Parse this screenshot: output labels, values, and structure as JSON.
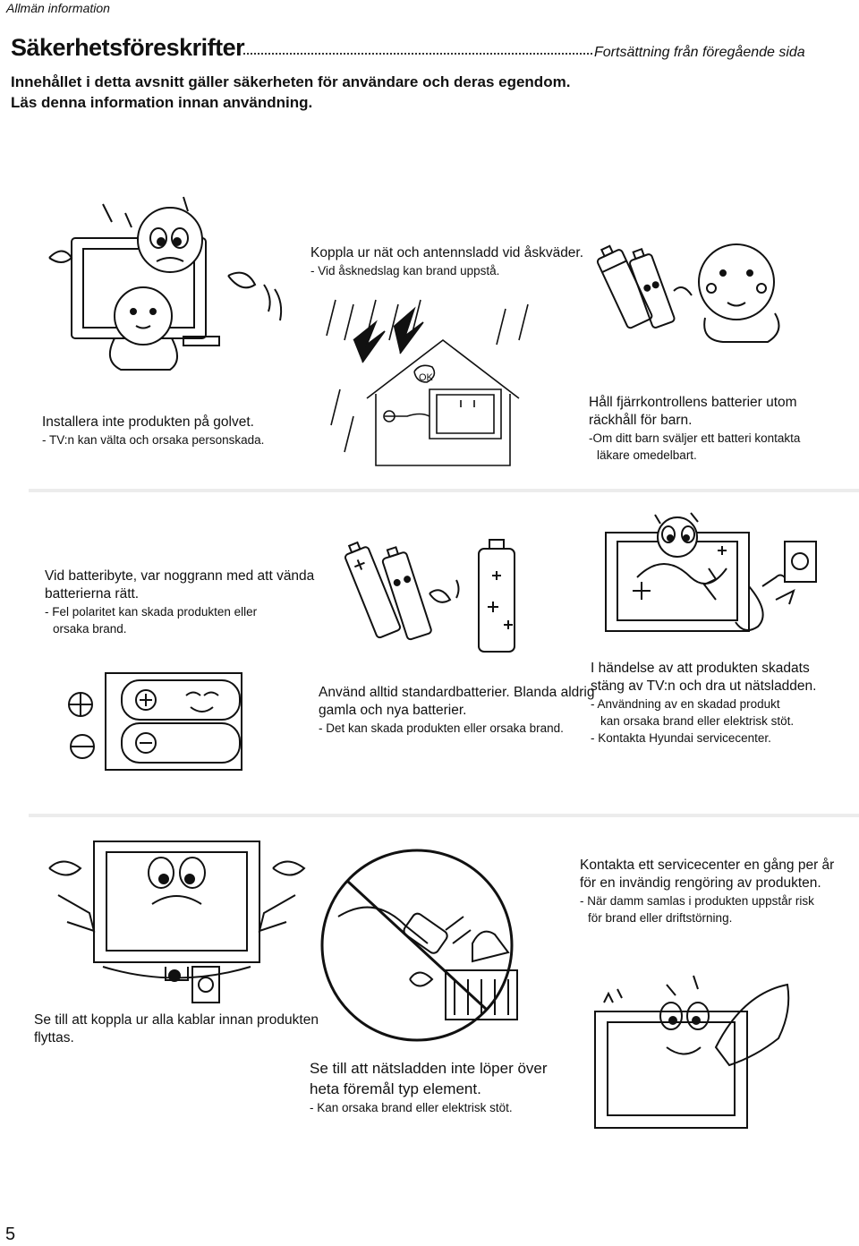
{
  "header": {
    "section": "Allmän information",
    "title": "Säkerhetsföreskrifter",
    "continued": "Fortsättning från föregående sida",
    "intro_line1": "Innehållet i detta avsnitt gäller säkerheten för användare och deras egendom.",
    "intro_line2": "Läs denna information innan användning."
  },
  "items": {
    "floor": {
      "title": "Installera inte produkten på golvet.",
      "note": "- TV:n kan välta och orsaka personskada."
    },
    "storm": {
      "title": "Koppla ur nät och antennsladd vid åskväder.",
      "note": "- Vid åsknedslag kan brand uppstå.",
      "ok_label": "OK"
    },
    "batteries_kids": {
      "title1": "Håll fjärrkontrollens batterier utom",
      "title2": "räckhåll för barn.",
      "note1": "-Om ditt barn sväljer ett batteri kontakta",
      "note2": "läkare omedelbart."
    },
    "polarity": {
      "title1": "Vid batteribyte, var noggrann med att vända",
      "title2": "batterierna rätt.",
      "note1": "- Fel polaritet kan skada produkten eller",
      "note2": "orsaka brand."
    },
    "standard_batteries": {
      "title1": "Använd alltid standardbatterier. Blanda aldrig",
      "title2": "gamla och nya batterier.",
      "note": "- Det kan skada produkten eller orsaka brand."
    },
    "damaged": {
      "title1": "I händelse av att produkten skadats",
      "title2": "stäng av TV:n och dra ut nätsladden.",
      "note1": "- Användning av en skadad produkt",
      "note2": "kan orsaka brand eller elektrisk stöt.",
      "note3": "- Kontakta Hyundai servicecenter."
    },
    "move": {
      "title1": "Se till att koppla ur alla kablar innan produkten",
      "title2": "flyttas."
    },
    "cord_heat": {
      "title1": "Se till att nätsladden inte löper över",
      "title2": "heta föremål typ element.",
      "note": "- Kan orsaka brand eller elektrisk stöt."
    },
    "service": {
      "title1": "Kontakta ett servicecenter en gång per år",
      "title2": "för en invändig rengöring av produkten.",
      "note1": "- När damm samlas i produkten uppstår risk",
      "note2": "för brand eller driftstörning."
    }
  },
  "footer": {
    "page_number": "5"
  }
}
